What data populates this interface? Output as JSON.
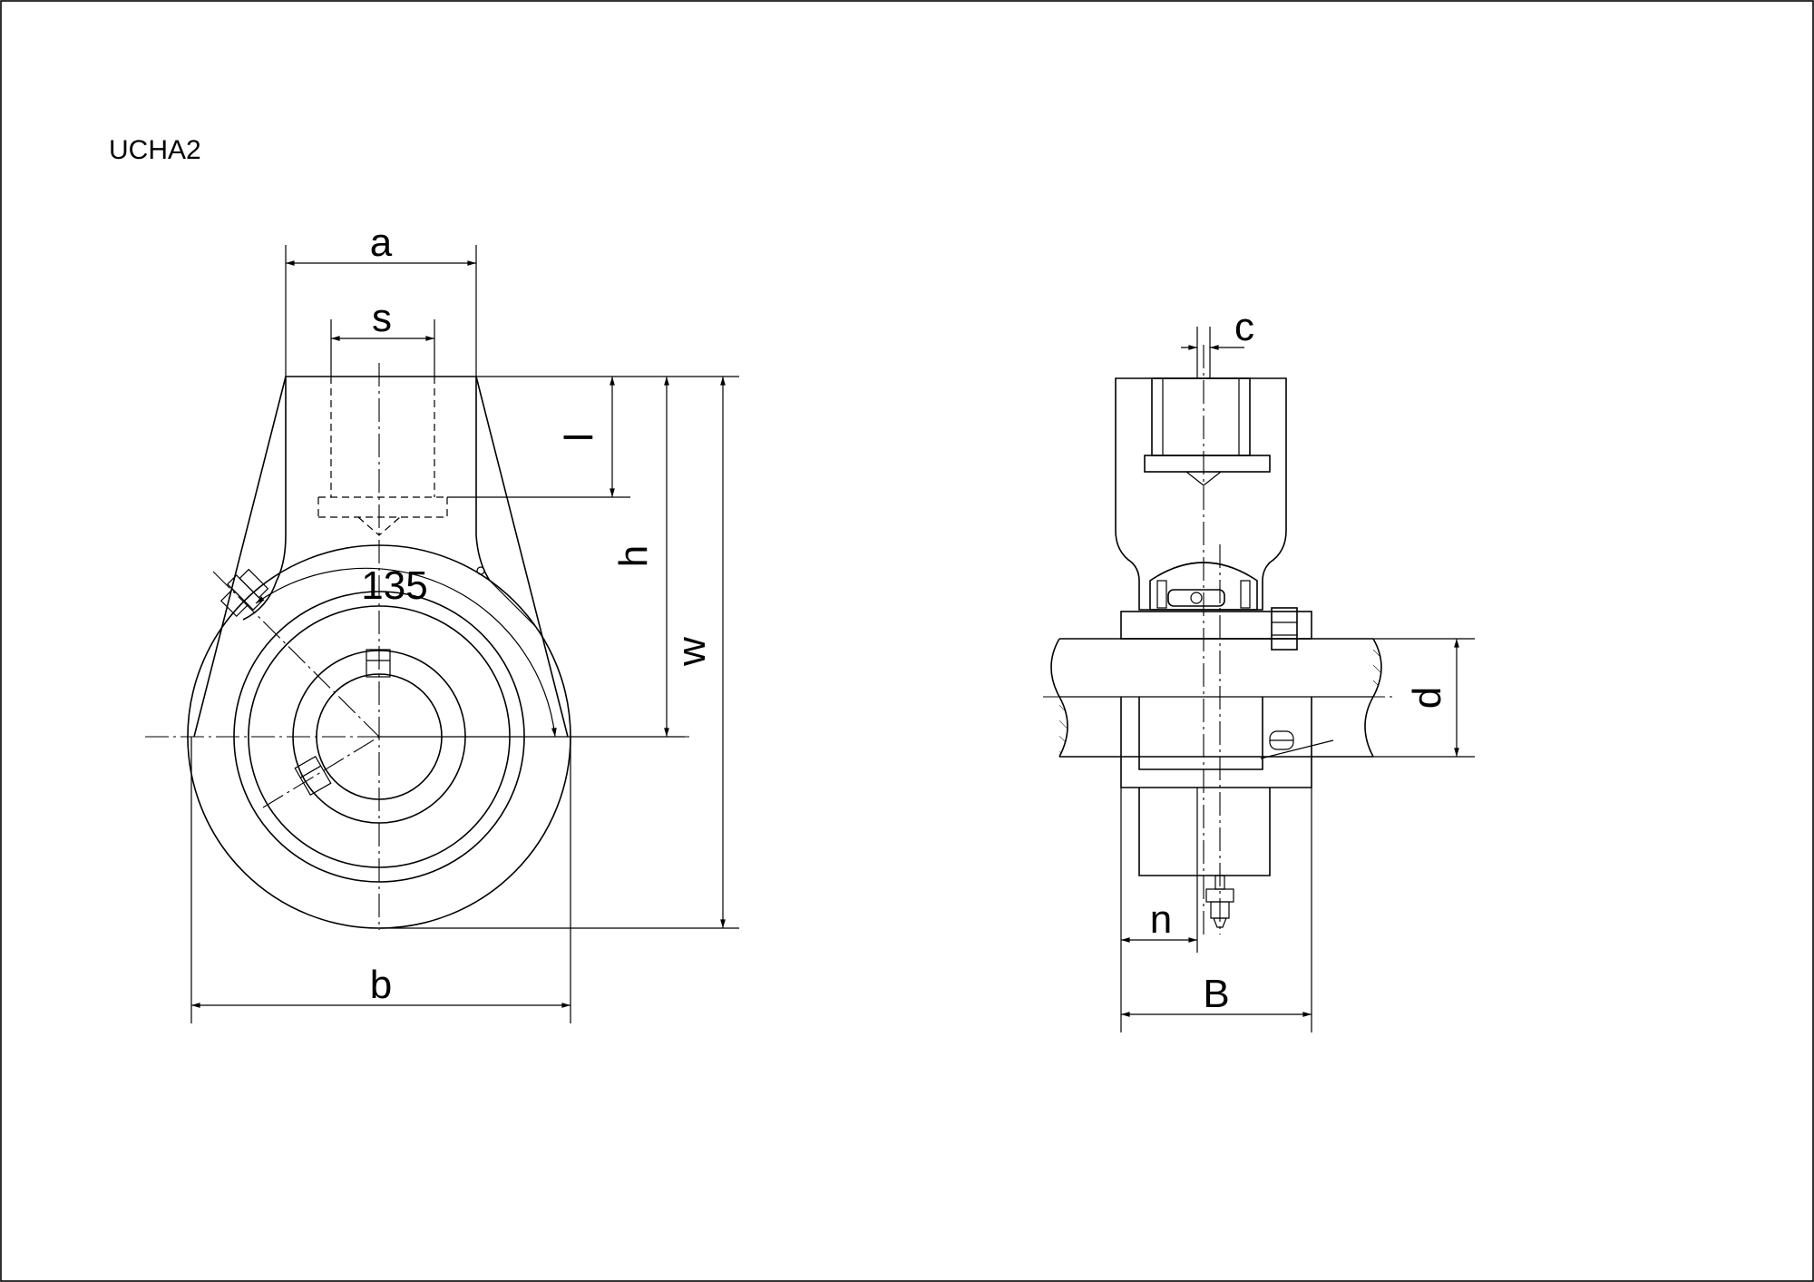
{
  "drawing": {
    "model": "UCHA2",
    "angle_label": "135",
    "front_view": {
      "a": "a",
      "s": "s",
      "l": "l",
      "h": "h",
      "w": "w",
      "b": "b"
    },
    "side_view": {
      "c": "c",
      "d": "d",
      "n": "n",
      "B": "B"
    }
  }
}
